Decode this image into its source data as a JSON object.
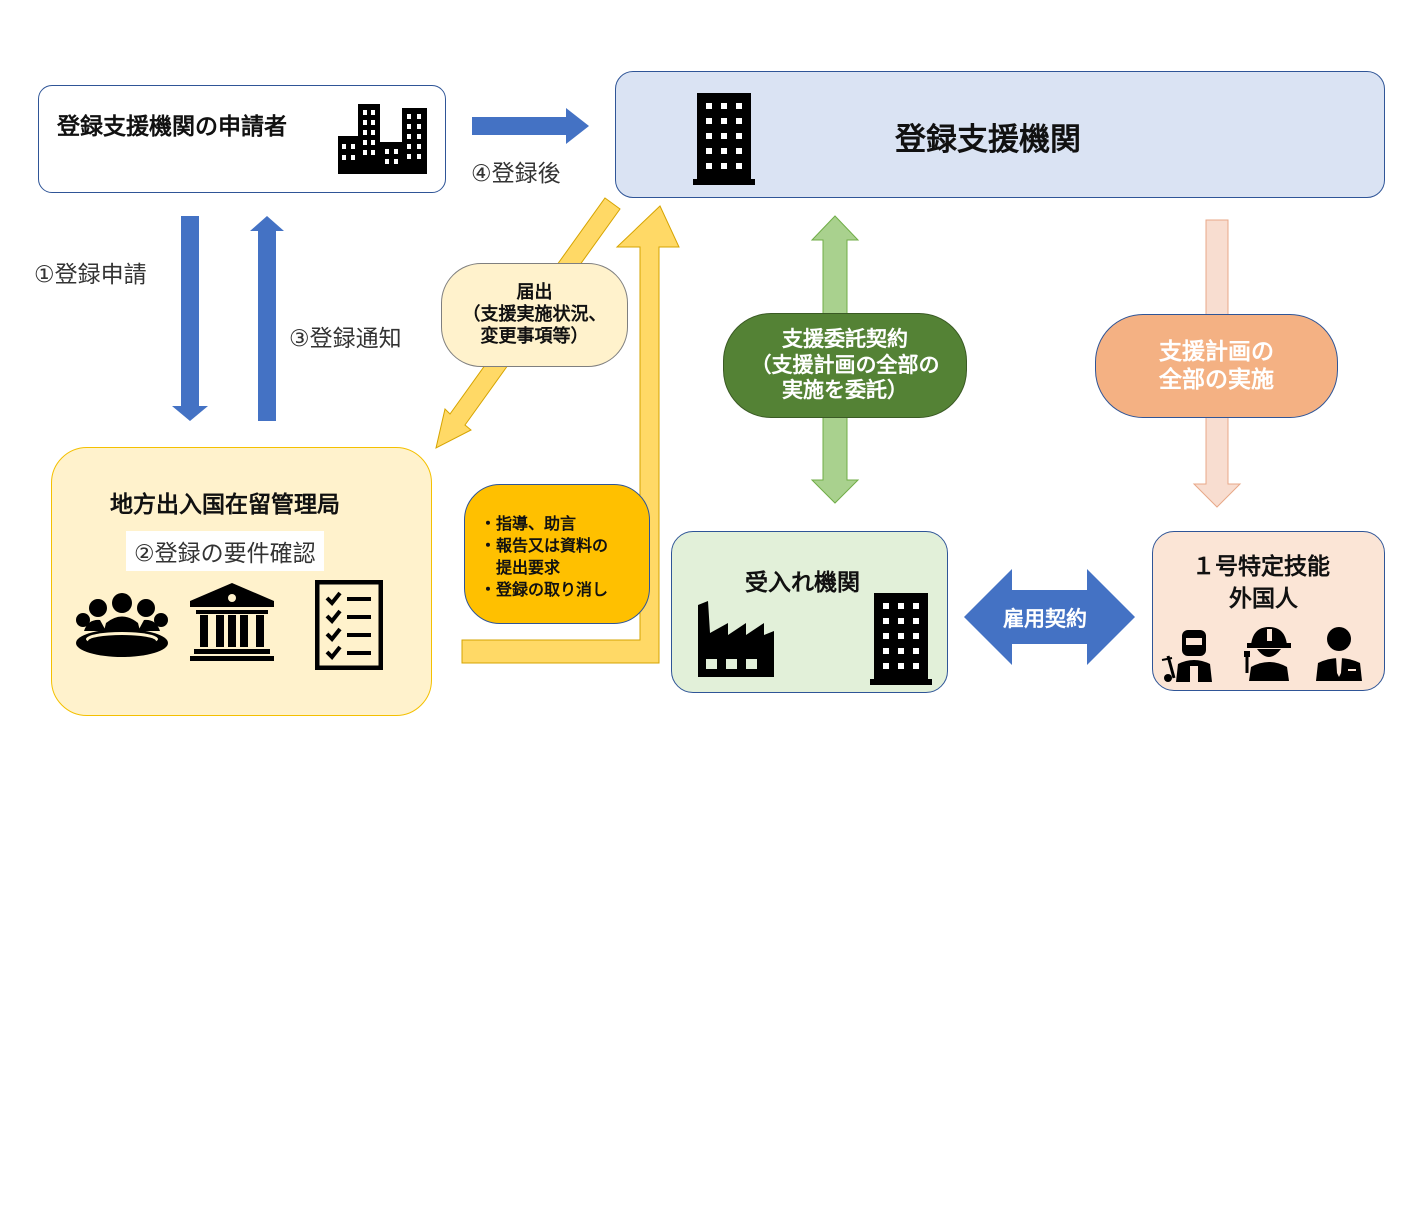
{
  "applicant": {
    "title": "登録支援機関の申請者"
  },
  "registered_org": {
    "title": "登録支援機関"
  },
  "bureau": {
    "title": "地方出入国在留管理局",
    "step2": "②登録の要件確認"
  },
  "steps": {
    "step1": "①登録申請",
    "step3": "③登録通知",
    "step4": "④登録後"
  },
  "notification": {
    "lines": [
      "届出",
      "（支援実施状況、",
      "変更事項等）"
    ]
  },
  "guidance": {
    "lines": [
      "・指導、助言",
      "・報告又は資料の",
      "　提出要求",
      "・登録の取り消し"
    ]
  },
  "contract": {
    "lines": [
      "支援委託契約",
      "（支援計画の全部の",
      "実施を委託）"
    ]
  },
  "support_plan": {
    "lines": [
      "支援計画の",
      "全部の実施"
    ]
  },
  "receiving_org": {
    "title": "受入れ機関"
  },
  "employment": {
    "label": "雇用契約"
  },
  "worker": {
    "lines": [
      "１号特定技能",
      "外国人"
    ]
  },
  "colors": {
    "blue_arrow": "#4472c4",
    "yellow_arrow": "#ffd966",
    "green_arrow": "#a9d18e",
    "peach_arrow": "#f8ddd0",
    "registered_org_fill": "#dae3f3",
    "bureau_fill": "#fff2cc",
    "receiving_fill": "#e2f0d9",
    "worker_fill": "#fbe5d6",
    "contract_fill": "#548235",
    "plan_fill": "#f4b183",
    "guidance_fill": "#ffc000"
  },
  "icons": [
    "office-buildings-icon",
    "skyscraper-icon",
    "meeting-people-icon",
    "government-building-icon",
    "checklist-icon",
    "factory-icon",
    "welder-icon",
    "construction-worker-icon",
    "businessman-icon"
  ]
}
